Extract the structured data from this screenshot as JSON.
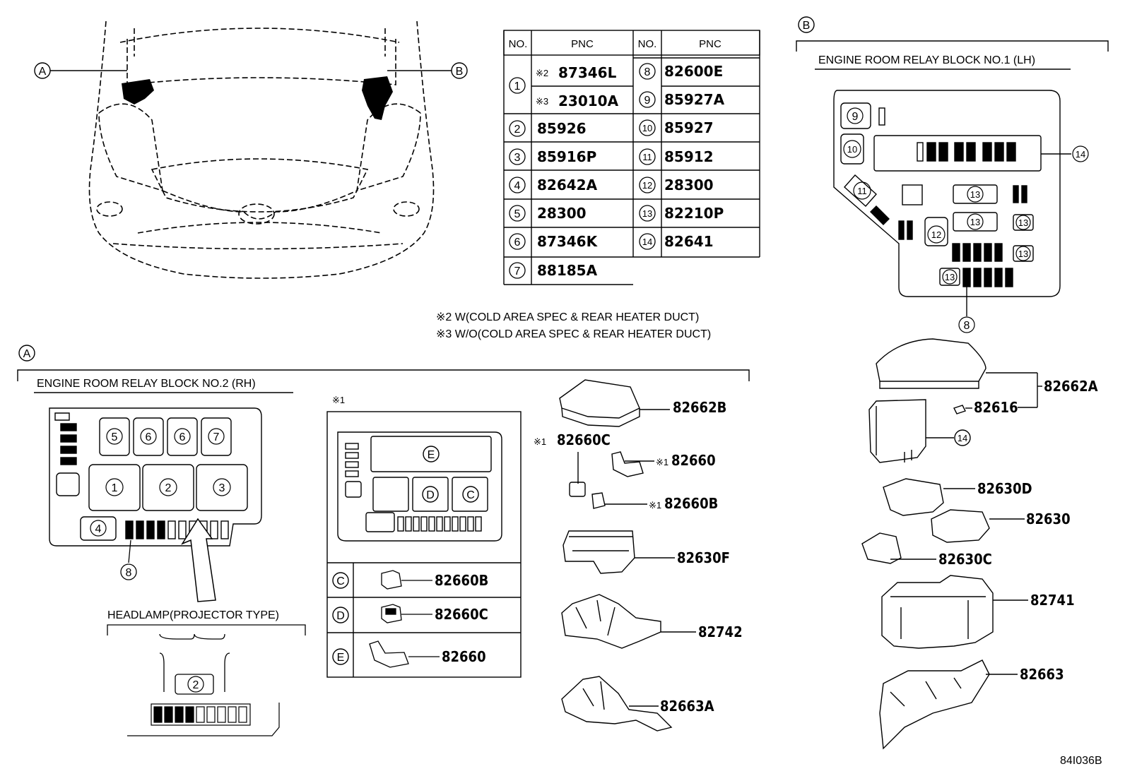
{
  "title_top_right_marker": "B",
  "title_top_left_marker": "A",
  "car_callouts": {
    "a": "A",
    "b": "B"
  },
  "table": {
    "headers": [
      "NO.",
      "PNC",
      "NO.",
      "PNC"
    ],
    "left_rows": [
      {
        "no": "1",
        "pnc": "87346L",
        "note": "※2"
      },
      {
        "no": "",
        "pnc": "23010A",
        "note": "※3"
      },
      {
        "no": "2",
        "pnc": "85926",
        "note": ""
      },
      {
        "no": "3",
        "pnc": "85916P",
        "note": ""
      },
      {
        "no": "4",
        "pnc": "82642A",
        "note": ""
      },
      {
        "no": "5",
        "pnc": "28300",
        "note": ""
      },
      {
        "no": "6",
        "pnc": "87346K",
        "note": ""
      },
      {
        "no": "7",
        "pnc": "88185A",
        "note": ""
      }
    ],
    "right_rows": [
      {
        "no": "8",
        "pnc": "82600E"
      },
      {
        "no": "9",
        "pnc": "85927A"
      },
      {
        "no": "10",
        "pnc": "85927"
      },
      {
        "no": "11",
        "pnc": "85912"
      },
      {
        "no": "12",
        "pnc": "28300"
      },
      {
        "no": "13",
        "pnc": "82210P"
      },
      {
        "no": "14",
        "pnc": "82641"
      }
    ]
  },
  "notes": [
    "※2 W(COLD AREA SPEC & REAR HEATER DUCT)",
    "※3 W/O(COLD AREA SPEC & REAR HEATER DUCT)"
  ],
  "section_a": {
    "marker": "A",
    "title": "ENGINE ROOM RELAY BLOCK NO.2 (RH)",
    "relays": [
      "5",
      "6",
      "6",
      "7",
      "1",
      "2",
      "3",
      "4"
    ],
    "fuse_callout": "8",
    "headlamp_label": "HEADLAMP(PROJECTOR TYPE)",
    "headlamp_relay": "2",
    "inset_marker": "※1",
    "inset_letters": [
      "E",
      "D",
      "C"
    ],
    "inset_rows": [
      {
        "letter": "C",
        "pnc": "82660B"
      },
      {
        "letter": "D",
        "pnc": "82660C"
      },
      {
        "letter": "E",
        "pnc": "82660"
      }
    ],
    "parts": [
      {
        "pnc": "82662B",
        "note": ""
      },
      {
        "pnc": "82660C",
        "note": "※1"
      },
      {
        "pnc": "82660",
        "note": "※1"
      },
      {
        "pnc": "82660B",
        "note": "※1"
      },
      {
        "pnc": "82630F",
        "note": ""
      },
      {
        "pnc": "82742",
        "note": ""
      },
      {
        "pnc": "82663A",
        "note": ""
      }
    ]
  },
  "section_b": {
    "marker": "B",
    "title": "ENGINE ROOM RELAY BLOCK NO.1 (LH)",
    "callouts": [
      "9",
      "10",
      "11",
      "12",
      "13",
      "13",
      "13",
      "13",
      "13",
      "14",
      "8"
    ],
    "parts": [
      {
        "pnc": "82662A"
      },
      {
        "pnc": "82616"
      },
      {
        "pnc": "14"
      },
      {
        "pnc": "82630D"
      },
      {
        "pnc": "82630"
      },
      {
        "pnc": "82630C"
      },
      {
        "pnc": "82741"
      },
      {
        "pnc": "82663"
      }
    ]
  },
  "figure_id": "84I036B"
}
